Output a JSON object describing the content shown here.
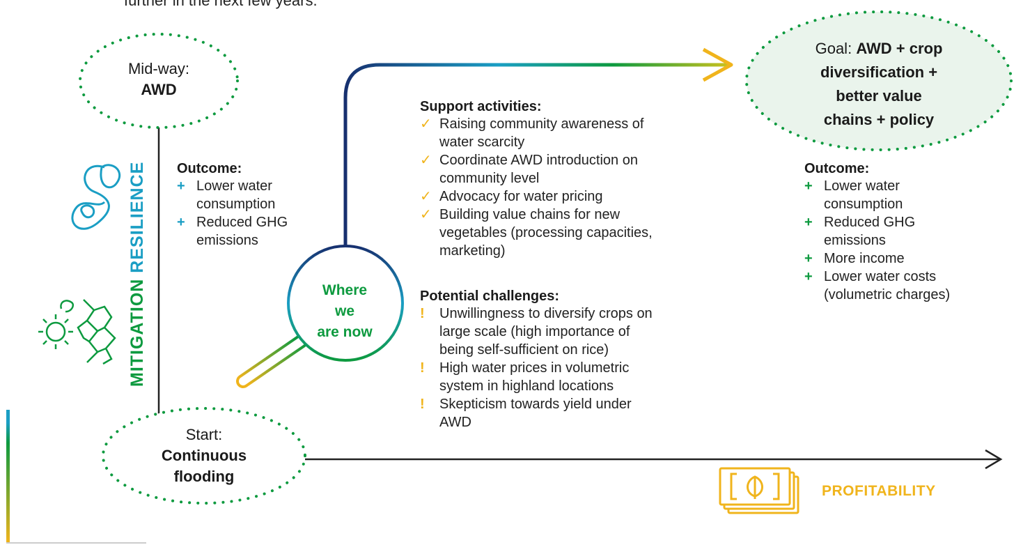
{
  "intro_text": "further in the next few years.",
  "midway": {
    "prefix": "Mid-way:",
    "bold": "AWD"
  },
  "start": {
    "prefix": "Start:",
    "bold1": "Continuous",
    "bold2": "flooding"
  },
  "goal": {
    "prefix": "Goal:",
    "bold_inline": "AWD + crop",
    "bold_lines": [
      "diversification +",
      "better value",
      "chains + policy"
    ]
  },
  "where_now": [
    "Where",
    "we",
    "are now"
  ],
  "outcome_left": {
    "title": "Outcome:",
    "marker": "+",
    "items": [
      [
        "Lower water",
        "consumption"
      ],
      [
        "Reduced GHG",
        "emissions"
      ]
    ]
  },
  "support": {
    "title": "Support activities:",
    "marker": "✓",
    "items": [
      [
        "Raising community awareness of",
        "water scarcity"
      ],
      [
        "Coordinate AWD introduction on",
        "community level"
      ],
      [
        "Advocacy for water pricing"
      ],
      [
        "Building value chains for new",
        "vegetables (processing capacities,",
        "marketing)"
      ]
    ]
  },
  "challenges": {
    "title": "Potential challenges:",
    "marker": "!",
    "items": [
      [
        "Unwillingness to diversify crops on",
        "large scale (high importance of",
        "being self-sufficient on rice)"
      ],
      [
        "High water prices in volumetric",
        "system in highland locations"
      ],
      [
        "Skepticism towards yield under",
        "AWD"
      ]
    ]
  },
  "outcome_right": {
    "title": "Outcome:",
    "marker": "+",
    "items": [
      [
        "Lower water",
        "consumption"
      ],
      [
        "Reduced GHG",
        "emissions"
      ],
      [
        "More income"
      ],
      [
        "Lower water costs",
        "(volumetric charges)"
      ]
    ]
  },
  "axis_y": {
    "word1": "MITIGATION",
    "word2": "RESILIENCE"
  },
  "axis_x": "PROFITABILITY",
  "colors": {
    "green": "#0d9a3f",
    "blue": "#1a9ec4",
    "yellow": "#f0b41c",
    "dark": "#222222"
  },
  "icons": [
    "infinity-leaf-icon",
    "sun-cracked-earth-icon",
    "money-leaf-icon"
  ]
}
